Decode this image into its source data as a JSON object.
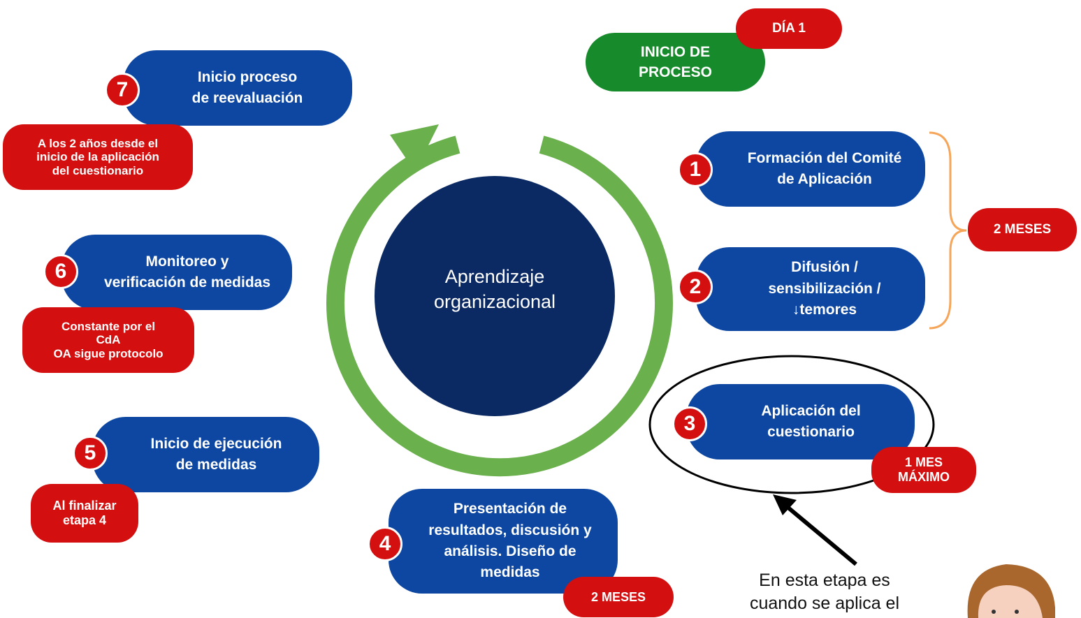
{
  "center": {
    "text": "Aprendizaje\norganizacional"
  },
  "start": {
    "label": "INICIO DE\nPROCESO",
    "day_tag": "DÍA 1"
  },
  "steps": [
    {
      "number": "1",
      "label": "Formación del Comité\nde Aplicación"
    },
    {
      "number": "2",
      "label": "Difusión /\nsensibilización /\n↓temores"
    },
    {
      "number": "3",
      "label": "Aplicación del\ncuestionario",
      "tag": "1 MES\nMÁXIMO"
    },
    {
      "number": "4",
      "label": "Presentación de\nresultados, discusión y\nanálisis. Diseño de\nmedidas",
      "tag": "2 MESES"
    },
    {
      "number": "5",
      "label": "Inicio de ejecución\nde medidas",
      "tag": "Al finalizar\netapa 4"
    },
    {
      "number": "6",
      "label": "Monitoreo y\nverificación de medidas",
      "tag": "Constante por el\nCdA\nOA sigue protocolo"
    },
    {
      "number": "7",
      "label": "Inicio proceso\nde reevaluación",
      "tag": "A los 2 años desde el\ninicio de la aplicación\ndel cuestionario"
    }
  ],
  "bracket_tag": "2 MESES",
  "annotation": {
    "text": "En esta etapa es\ncuando se aplica el"
  },
  "colors": {
    "pill_blue": "#0d47a1",
    "tag_red": "#d40f0f",
    "start_green": "#178a2c",
    "cycle_green": "#6ab04c",
    "center_navy": "#0b2a63",
    "bracket_orange": "#f5a65b"
  }
}
